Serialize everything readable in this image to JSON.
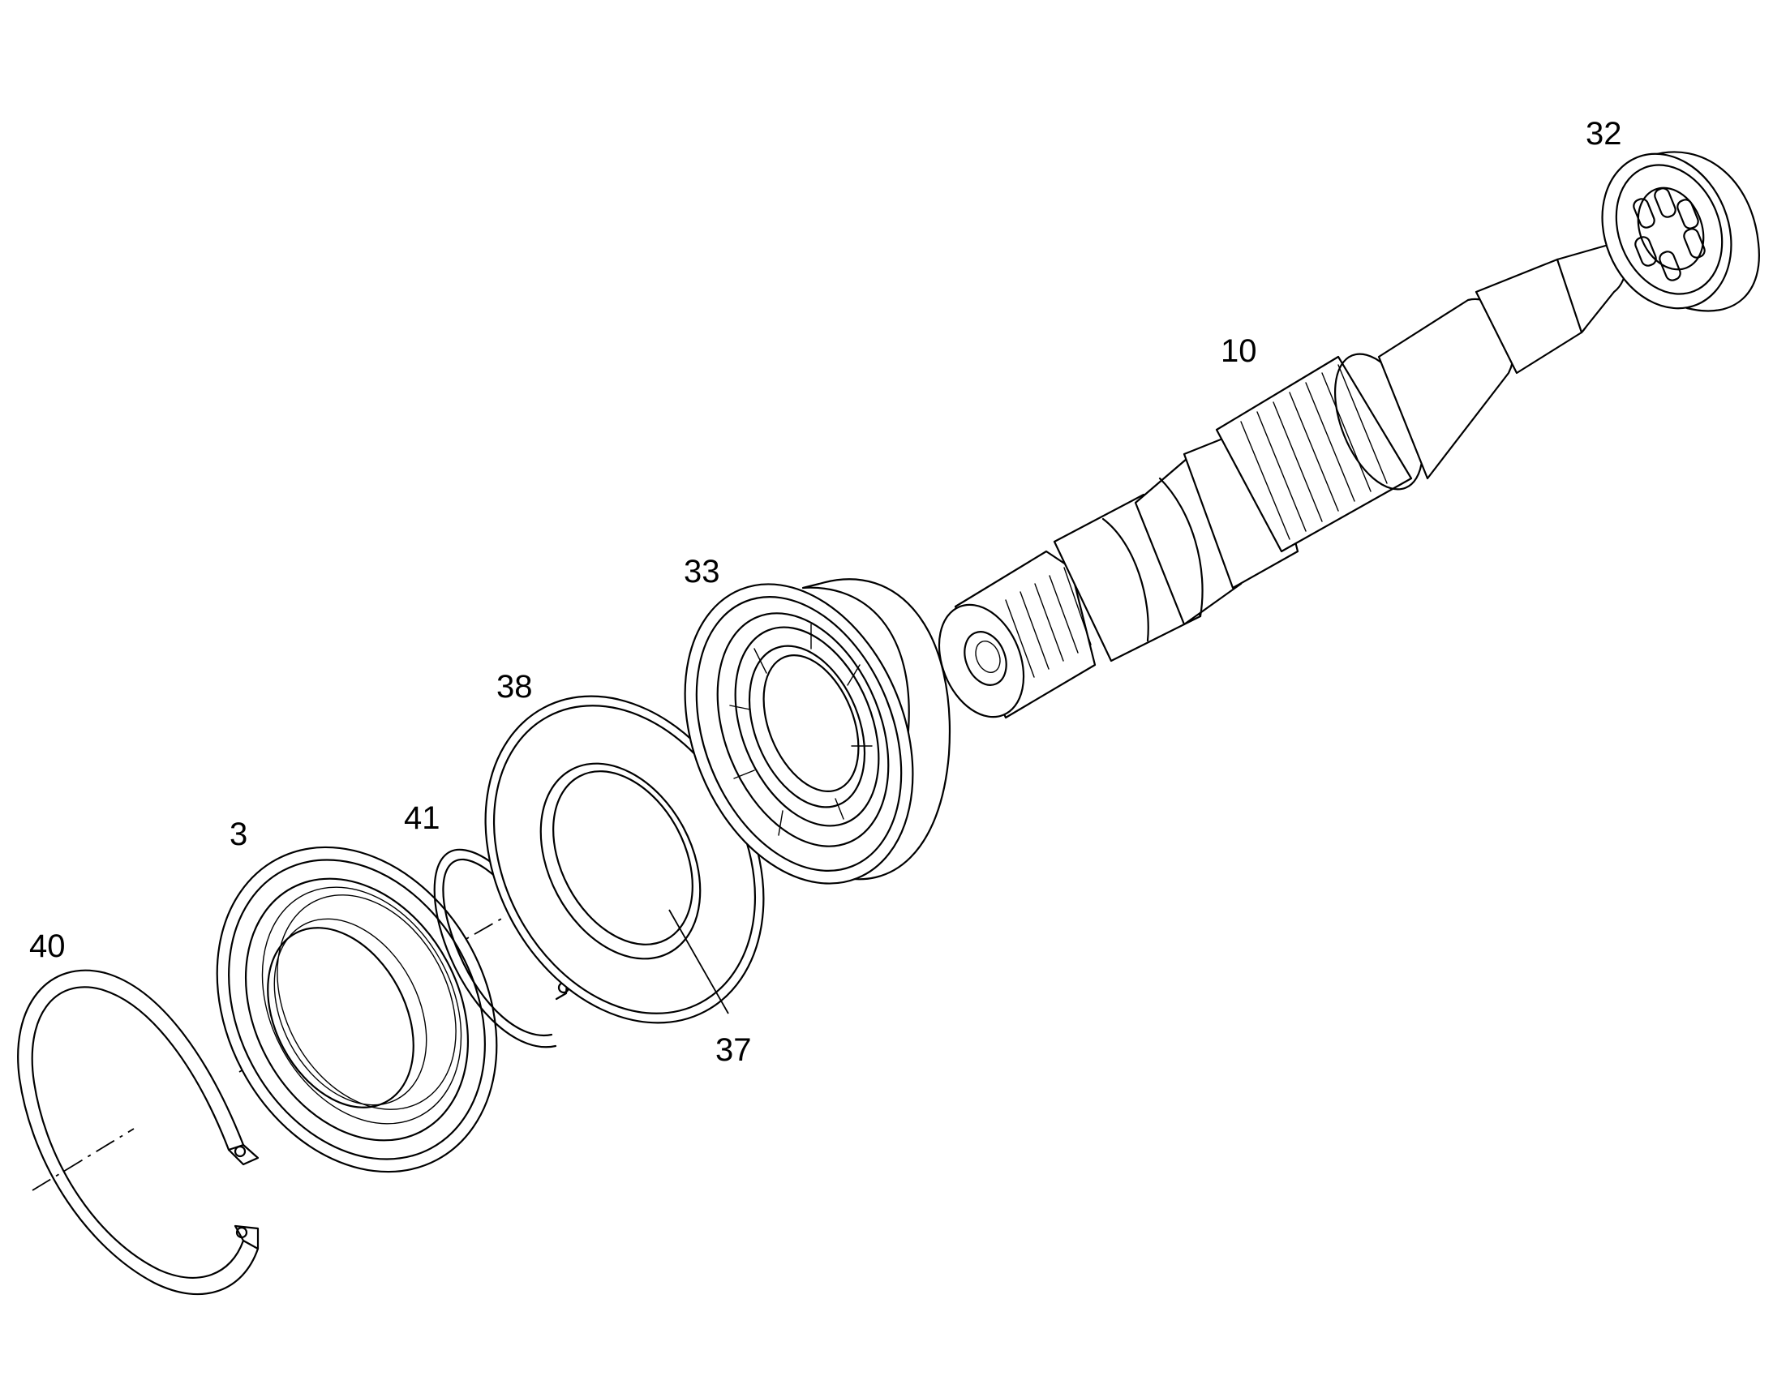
{
  "parts": [
    {
      "id": "p40",
      "label": "40"
    },
    {
      "id": "p3",
      "label": "3"
    },
    {
      "id": "p41",
      "label": "41"
    },
    {
      "id": "p38",
      "label": "38"
    },
    {
      "id": "p37",
      "label": "37"
    },
    {
      "id": "p33",
      "label": "33"
    },
    {
      "id": "p10",
      "label": "10"
    },
    {
      "id": "p32",
      "label": "32"
    }
  ]
}
